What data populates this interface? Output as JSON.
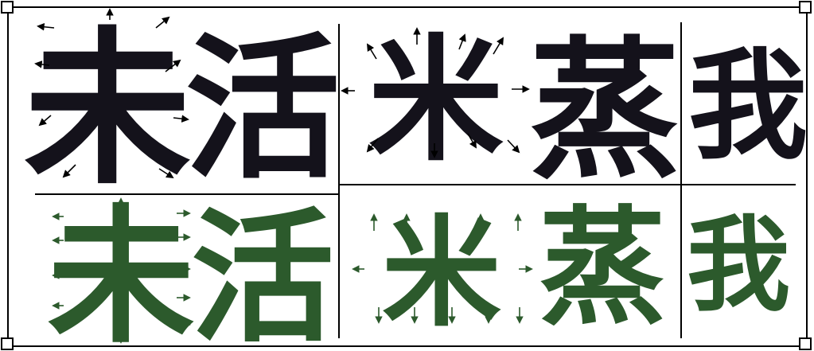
{
  "frame": {
    "stroke_color": "#000000",
    "background": "#ffffff"
  },
  "colors": {
    "black_glyph": "#14121b",
    "green_glyph": "#2c5a2c",
    "arrow_black": "#000000",
    "arrow_green": "#2c5a2c",
    "divider": "#000000"
  },
  "panels": [
    {
      "id": "top-left",
      "chars": [
        "未",
        "活"
      ],
      "color_key": "black_glyph",
      "arrow_style": "radial"
    },
    {
      "id": "top-middle",
      "chars": [
        "米",
        "蒸"
      ],
      "color_key": "black_glyph",
      "arrow_style": "radial"
    },
    {
      "id": "top-right",
      "chars": [
        "我"
      ],
      "color_key": "black_glyph",
      "arrow_style": "none"
    },
    {
      "id": "bottom-left",
      "chars": [
        "未",
        "活"
      ],
      "color_key": "green_glyph",
      "arrow_style": "horizontal"
    },
    {
      "id": "bottom-middle",
      "chars": [
        "米",
        "蒸"
      ],
      "color_key": "green_glyph",
      "arrow_style": "vertical"
    },
    {
      "id": "bottom-right",
      "chars": [
        "我"
      ],
      "color_key": "green_glyph",
      "arrow_style": "none"
    }
  ]
}
